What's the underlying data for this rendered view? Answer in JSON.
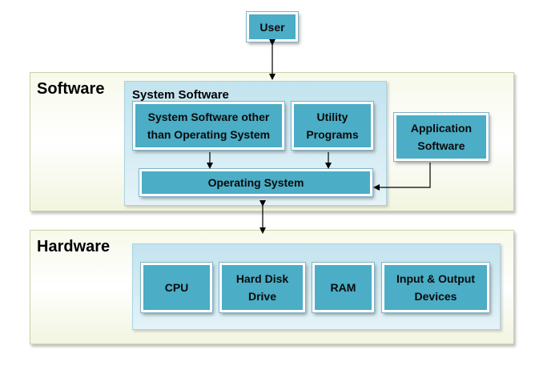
{
  "user": {
    "label": "User"
  },
  "software": {
    "title": "Software",
    "system_software": {
      "title": "System Software",
      "other_than_os": "System Software other\nthan Operating System",
      "utility": "Utility\nPrograms",
      "os": "Operating System"
    },
    "application": "Application\nSoftware"
  },
  "hardware": {
    "title": "Hardware",
    "components": [
      {
        "label": "CPU"
      },
      {
        "label": "Hard Disk\nDrive"
      },
      {
        "label": "RAM"
      },
      {
        "label": "Input & Output\nDevices"
      }
    ]
  },
  "colors": {
    "box_fill": "#4badc6",
    "panel_fill": "#d3ebf3",
    "layer_fill": "#f4f7e6"
  }
}
